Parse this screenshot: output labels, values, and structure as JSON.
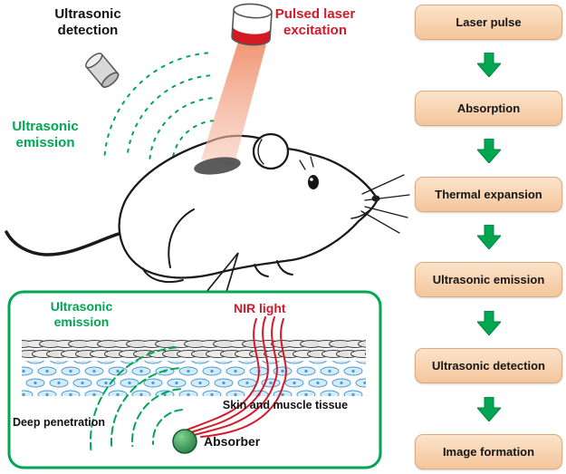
{
  "colors": {
    "green": "#00a651",
    "red": "#d31a2b",
    "flow_box_fill": "#f6cda6",
    "mouse_outline": "#1a1a1a"
  },
  "diagram": {
    "ultrasonic_detection": {
      "line1": "Ultrasonic",
      "line2": "detection"
    },
    "pulsed_laser": {
      "line1": "Pulsed laser",
      "line2": "excitation"
    },
    "ultrasonic_emission": {
      "line1": "Ultrasonic",
      "line2": "emission"
    },
    "inset": {
      "ultrasonic_emission": {
        "line1": "Ultrasonic",
        "line2": "emission"
      },
      "nir_light": "NIR light",
      "deep_penetration": "Deep penetration",
      "skin_and_muscle": "Skin and muscle tissue",
      "absorber": "Absorber"
    }
  },
  "flowchart": {
    "steps": [
      "Laser pulse",
      "Absorption",
      "Thermal expansion",
      "Ultrasonic emission",
      "Ultrasonic detection",
      "Image formation"
    ]
  }
}
